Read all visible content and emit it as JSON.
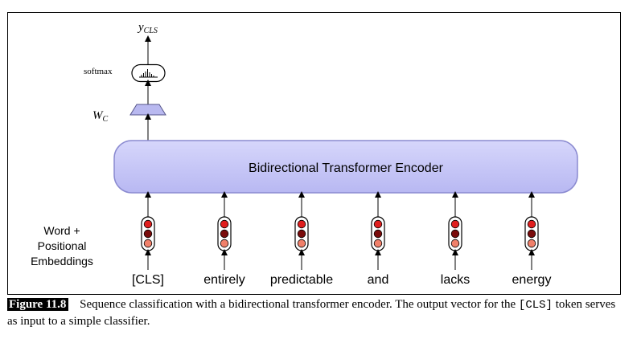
{
  "diagram": {
    "output_label_main": "y",
    "output_label_sub": "CLS",
    "softmax_label": "softmax",
    "weight_label_main": "W",
    "weight_label_sub": "C",
    "encoder_label": "Bidirectional Transformer Encoder",
    "embedding_label_lines": [
      "Word +",
      "Positional",
      "Embeddings"
    ],
    "tokens": [
      "[CLS]",
      "entirely",
      "predictable",
      "and",
      "lacks",
      "energy"
    ],
    "colors": {
      "encoder_fill": "#c6c6f7",
      "encoder_stroke": "#8a8ad0",
      "weight_fill": "#b9b9f0",
      "embedding_top": "#e01e1e",
      "embedding_mid": "#7a0c0c",
      "embedding_bottom": "#f0806a",
      "frame": "#000000"
    }
  },
  "caption": {
    "figure_label": "Figure 11.8",
    "text_before_code": "Sequence classification with a bidirectional transformer encoder. The output vector for the",
    "code": "[CLS]",
    "text_after_code": " token serves as input to a simple classifier."
  }
}
